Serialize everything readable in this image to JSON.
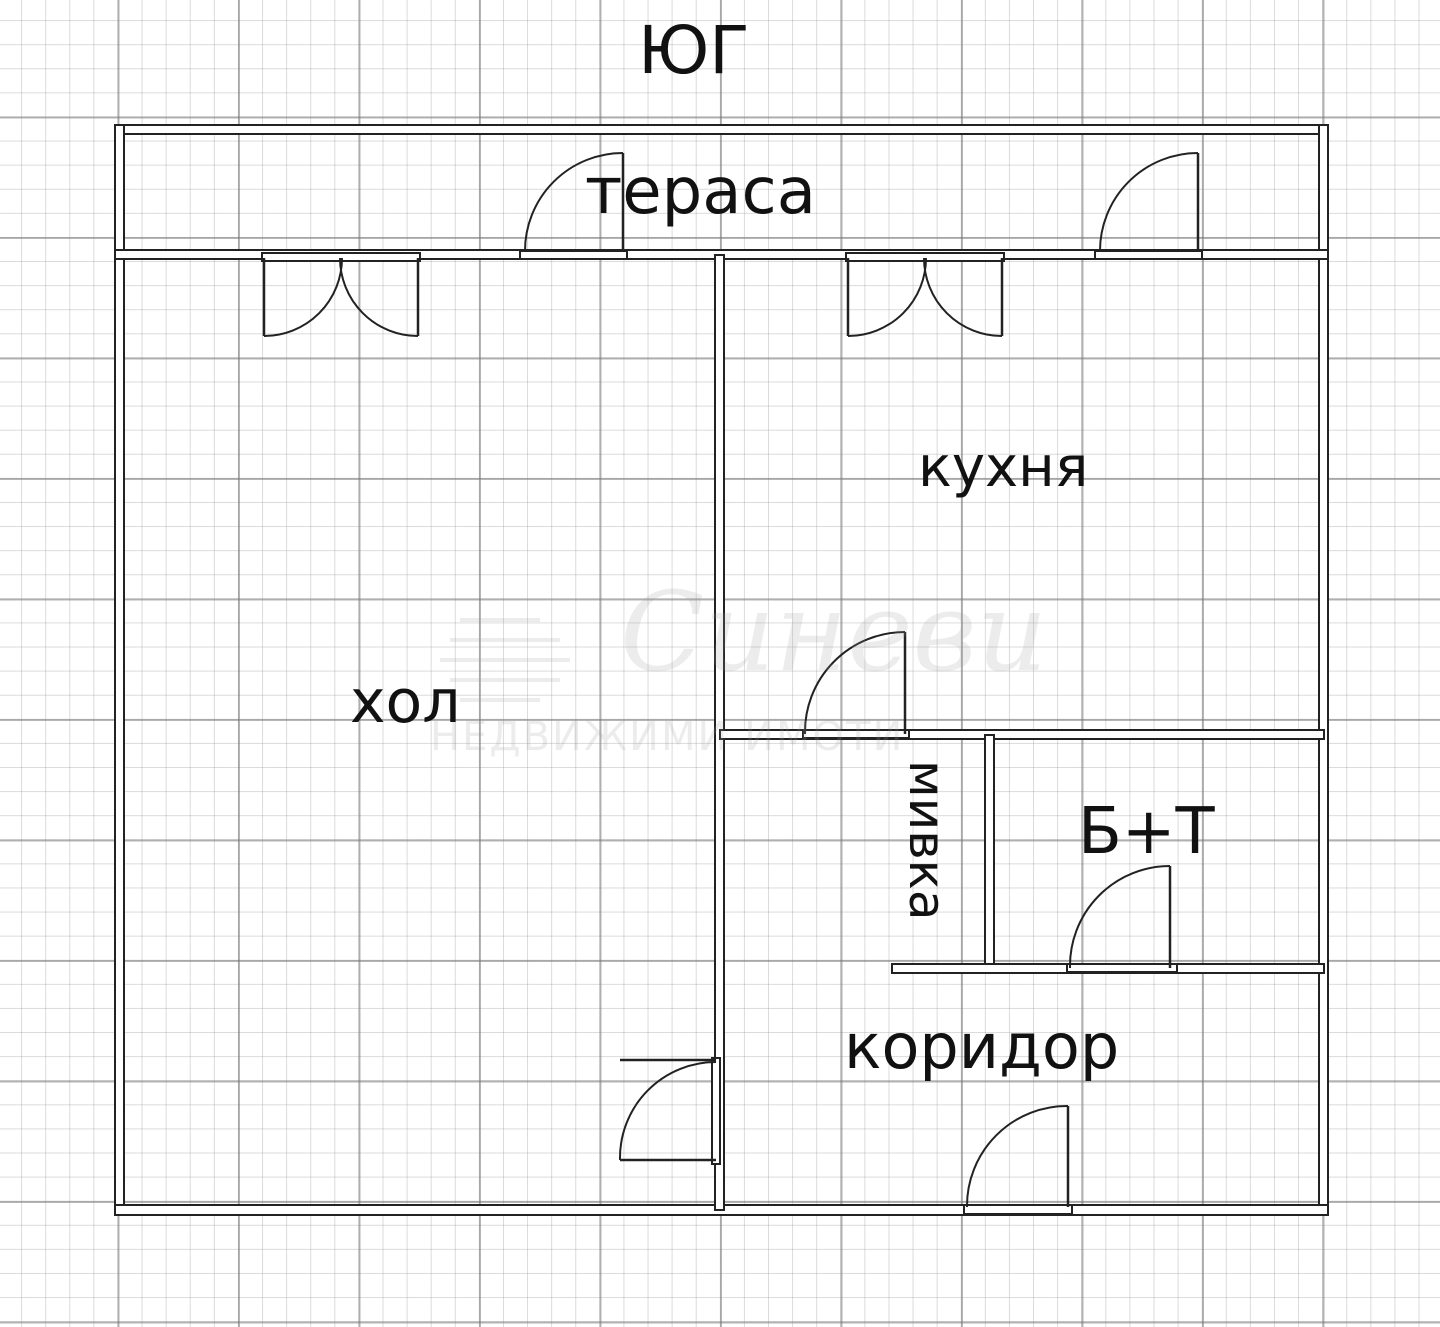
{
  "labels": {
    "south": "ЮГ",
    "terrace": "тераса",
    "kitchen": "кухня",
    "living_room": "хол",
    "bathroom": "Б+Т",
    "corridor": "коридор",
    "sink": "мивка"
  },
  "watermark": {
    "logo_text": "Синеви",
    "tagline": "НЕДВИЖИМИ ИМОТИ"
  },
  "colors": {
    "wall_stroke": "#222222",
    "background": "#ffffff",
    "grid": "#8a8a8a"
  }
}
